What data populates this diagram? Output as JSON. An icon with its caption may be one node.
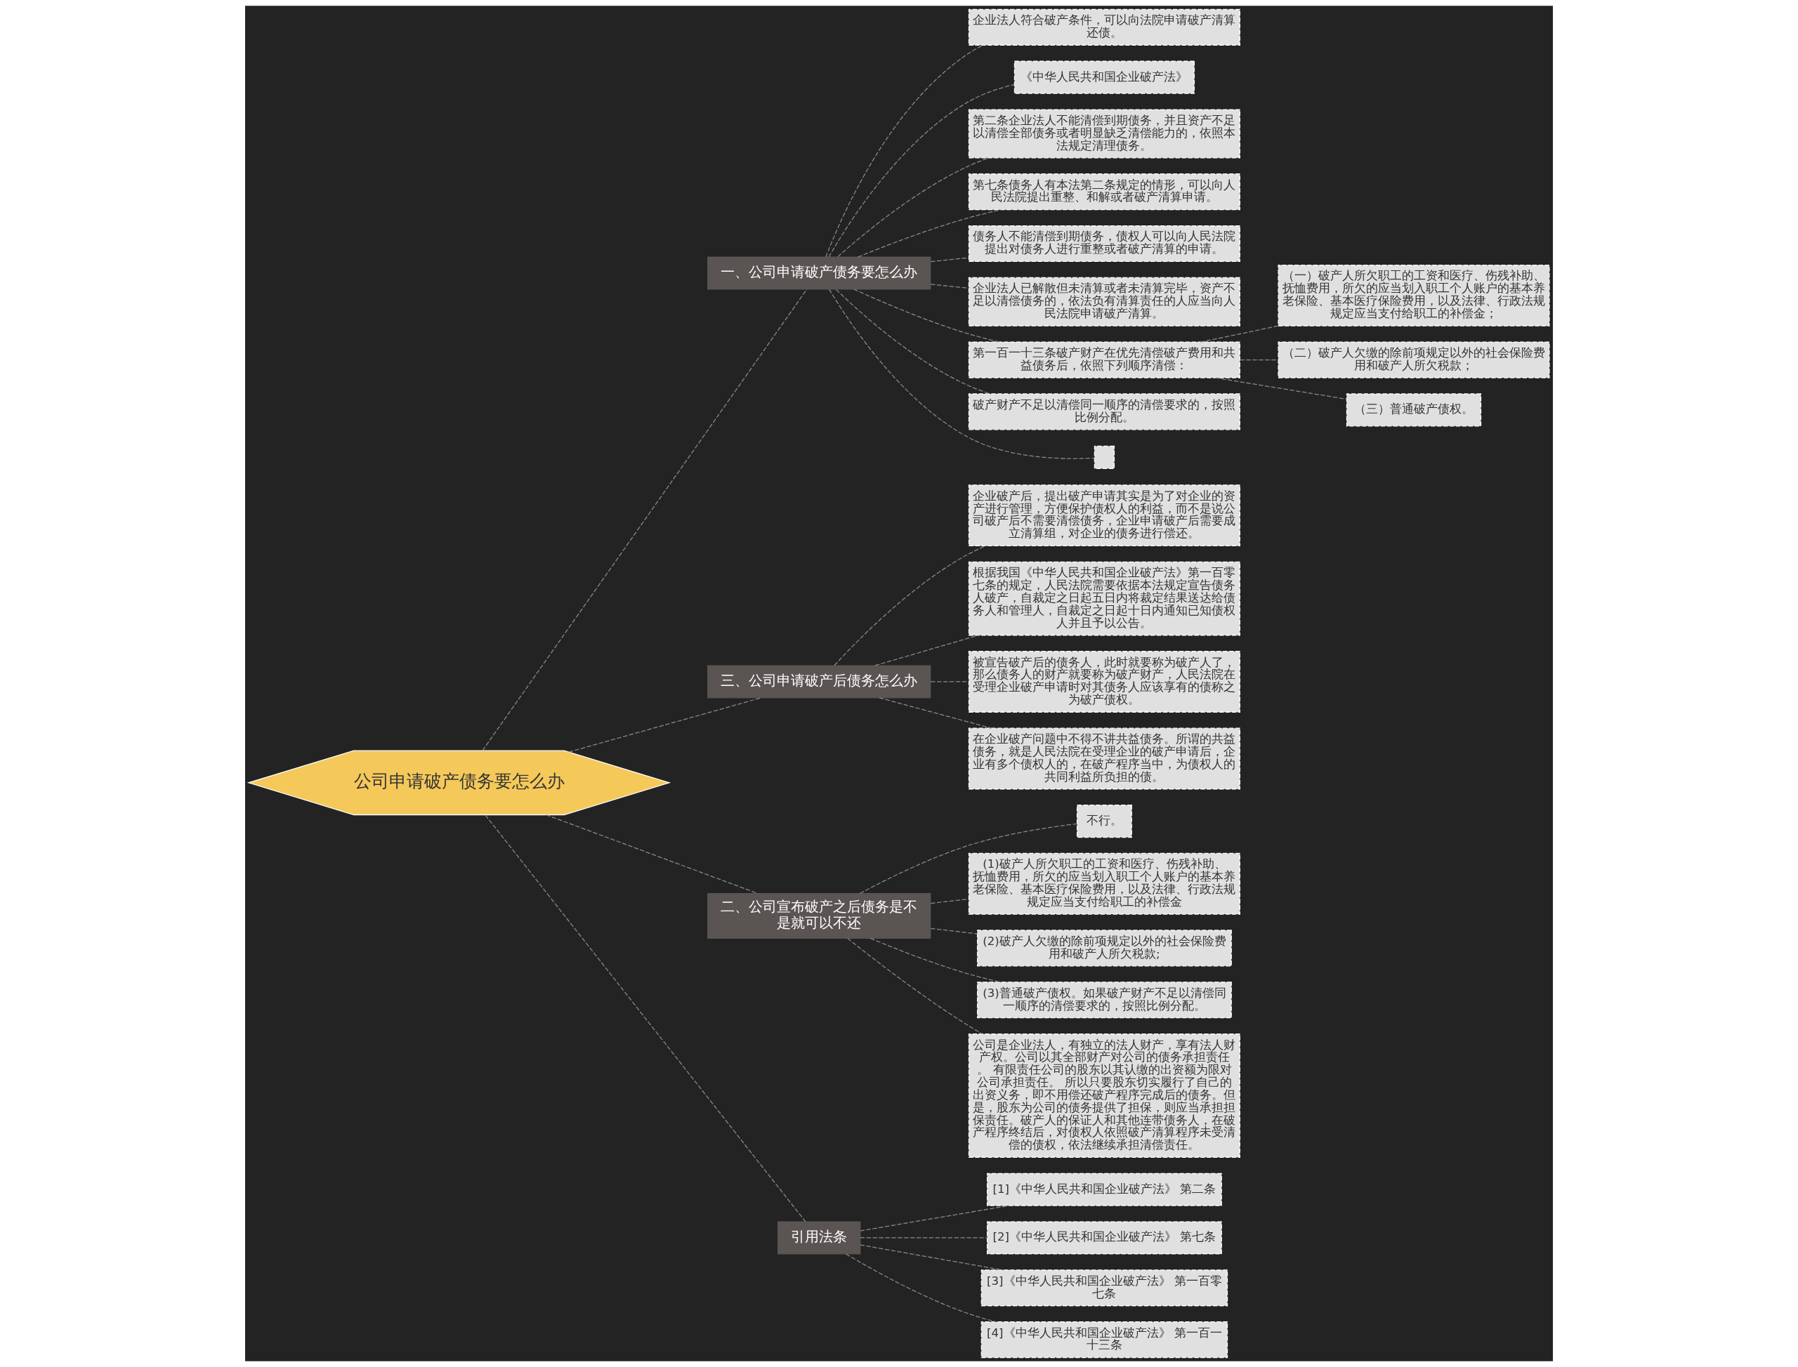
{
  "diagram": {
    "nodes": [
      {
        "text": [
          "公司申请破产债务要怎么办"
        ]
      },
      {
        "text": [
          "一、公司申请破产债务要怎么办"
        ]
      },
      {
        "text": [
          "企业法人符合破产条件，可以向法院申请破产清算还债。"
        ]
      },
      {
        "text": [
          "《中华人民共和国企业破产法》"
        ]
      },
      {
        "text": [
          "第二条企业法人不能清偿到期债务，并且资产不足以清偿全部债务或者明显缺乏清偿能力的，依照本法规定清理债务。"
        ]
      },
      {
        "text": [
          "第七条债务人有本法第二条规定的情形，可以向人民法院提出重整、和解或者破产清算申请。"
        ]
      },
      {
        "text": [
          "债务人不能清偿到期债务，债权人可以向人民法院提出对债务人进行重整或者破产清算的申请。"
        ]
      },
      {
        "text": [
          "企业法人已解散但未清算或者未清算完毕，资产不足以清偿债务的，依法负有清算责任的人应当向人民法院申请破产清算。"
        ]
      },
      {
        "text": [
          "第一百一十三条破产财产在优先清偿破产费用和共益债务后，依照下列顺序清偿："
        ]
      },
      {
        "text": [
          "（一）破产人所欠职工的工资和医疗、伤残补助、抚恤费用，所欠的应当划入职工个人账户的基本养老保险、基本医疗保险费用，以及法律、行政法规规定应当支付给职工的补偿金；"
        ]
      },
      {
        "text": [
          "（二）破产人欠缴的除前项规定以外的社会保险费用和破产人所欠税款；"
        ]
      },
      {
        "text": [
          "（三）普通破产债权。"
        ]
      },
      {
        "text": [
          "破产财产不足以清偿同一顺序的清偿要求的，按照比例分配。"
        ]
      },
      {
        "text": [],
        "shape": "box"
      },
      {
        "text": [
          "三、公司申请破产后债务怎么办"
        ]
      },
      {
        "text": [
          "企业破产后，提出破产申请其实是为了对企业的资产进行管理，方便保护债权人的利益，而不是说公司破产后不需要清偿债务，企业申请破产后需要成立清算组，对企业的债务进行偿还。"
        ]
      },
      {
        "text": [
          "根据我国《中华人民共和国企业破产法》第一百零七条的规定，人民法院需要依据本法规定宣告债务人破产，自裁定之日起五日内将裁定结果送达给债务人和管理人，自裁定之日起十日内通知已知债权人并且予以公告。"
        ]
      },
      {
        "text": [
          "被宣告破产后的债务人，此时就要称为破产人了，那么债务人的财产就要称为破产财产，人民法院在受理企业破产申请时对其债务人应该享有的债称之为破产债权。"
        ]
      },
      {
        "text": [
          "在企业破产问题中不得不讲共益债务。所谓的共益债务，就是人民法院在受理企业的破产申请后，企业有多个债权人的，在破产程序当中，为债权人的共同利益所负担的债。"
        ]
      },
      {
        "text": [
          "二、公司宣布破产之后债务是不是就可以不还"
        ]
      },
      {
        "text": [
          "不行。"
        ]
      },
      {
        "text": [
          "(1)破产人所欠职工的工资和医疗、伤残补助、抚恤费用，所欠的应当划入职工个人账户的基本养老保险、基本医疗保险费用，以及法律、行政法规规定应当支付给职工的补偿金"
        ]
      },
      {
        "text": [
          "(2)破产人欠缴的除前项规定以外的社会保险费用和破产人所欠税款;"
        ]
      },
      {
        "text": [
          "(3)普通破产债权。如果破产财产不足以清偿同一顺序的清偿要求的，按照比例分配。"
        ]
      },
      {
        "text": [
          "公司是企业法人，有独立的法人财产，享有法人财产权。公司以其全部财产对公司的债务承担责任。 有限责任公司的股东以其认缴的出资额为限对公司承担责任。 所以只要股东切实履行了自己的出资义务，即不用偿还破产程序完成后的债务。但是，股东为公司的债务提供了担保，则应当承担担保责任。破产人的保证人和其他连带债务人，在破产程序终结后，对债权人依照破产清算程序未受清偿的债权，依法继续承担清偿责任。"
        ]
      },
      {
        "text": [
          "引用法条"
        ]
      },
      {
        "text": [
          "[1]《中华人民共和国企业破产法》 第二条"
        ]
      },
      {
        "text": [
          "[2]《中华人民共和国企业破产法》 第七条"
        ]
      },
      {
        "text": [
          "[3]《中华人民共和国企业破产法》 第一百零七条"
        ]
      },
      {
        "text": [
          "[4]《中华人民共和国企业破产法》 第一百一十三条"
        ]
      }
    ],
    "edges": [
      {
        "from": 0,
        "to": 1,
        "arrow": "none",
        "style": "dashed"
      },
      {
        "from": 1,
        "to": 2,
        "arrow": "none",
        "style": "dashed"
      },
      {
        "from": 1,
        "to": 3,
        "arrow": "none",
        "style": "dashed"
      },
      {
        "from": 1,
        "to": 4,
        "arrow": "none",
        "style": "dashed"
      },
      {
        "from": 1,
        "to": 5,
        "arrow": "none",
        "style": "dashed"
      },
      {
        "from": 1,
        "to": 6,
        "arrow": "none",
        "style": "dashed"
      },
      {
        "from": 1,
        "to": 7,
        "arrow": "none",
        "style": "dashed"
      },
      {
        "from": 1,
        "to": 8,
        "arrow": "none",
        "style": "dashed"
      },
      {
        "from": 8,
        "to": 9,
        "arrow": "none",
        "style": "dashed"
      },
      {
        "from": 8,
        "to": 10,
        "arrow": "none",
        "style": "dashed"
      },
      {
        "from": 8,
        "to": 11,
        "arrow": "none",
        "style": "dashed"
      },
      {
        "from": 1,
        "to": 12,
        "arrow": "none",
        "style": "dashed"
      },
      {
        "from": 1,
        "to": 13,
        "arrow": "none",
        "style": "dashed"
      },
      {
        "from": 0,
        "to": 14,
        "arrow": "none",
        "style": "dashed"
      },
      {
        "from": 14,
        "to": 15,
        "arrow": "none",
        "style": "dashed"
      },
      {
        "from": 14,
        "to": 16,
        "arrow": "none",
        "style": "dashed"
      },
      {
        "from": 14,
        "to": 17,
        "arrow": "none",
        "style": "dashed"
      },
      {
        "from": 14,
        "to": 18,
        "arrow": "none",
        "style": "dashed"
      },
      {
        "from": 0,
        "to": 19,
        "arrow": "none",
        "style": "dashed"
      },
      {
        "from": 19,
        "to": 20,
        "arrow": "none",
        "style": "dashed"
      },
      {
        "from": 19,
        "to": 21,
        "arrow": "none",
        "style": "dashed"
      },
      {
        "from": 19,
        "to": 22,
        "arrow": "none",
        "style": "dashed"
      },
      {
        "from": 19,
        "to": 23,
        "arrow": "none",
        "style": "dashed"
      },
      {
        "from": 19,
        "to": 24,
        "arrow": "none",
        "style": "dashed"
      },
      {
        "from": 0,
        "to": 25,
        "arrow": "none",
        "style": "dashed"
      },
      {
        "from": 25,
        "to": 26,
        "arrow": "none",
        "style": "dashed"
      },
      {
        "from": 25,
        "to": 27,
        "arrow": "none",
        "style": "dashed"
      },
      {
        "from": 25,
        "to": 28,
        "arrow": "none",
        "style": "dashed"
      },
      {
        "from": 25,
        "to": 29,
        "arrow": "none",
        "style": "dashed"
      }
    ]
  }
}
